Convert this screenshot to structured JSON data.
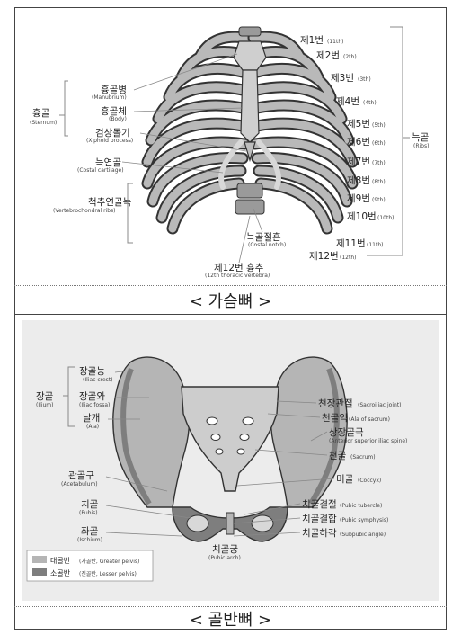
{
  "thorax": {
    "caption": "< 가슴뼈 >",
    "sternum": {
      "ko": "흉골",
      "en": "(Sternum)"
    },
    "manubrium": {
      "ko": "흉골병",
      "en": "(Manubrium)"
    },
    "body": {
      "ko": "흉골체",
      "en": "(Body)"
    },
    "xiphoid": {
      "ko": "검상돌기",
      "en": "(Xiphoid process)"
    },
    "costal_cartilage": {
      "ko": "늑연골",
      "en": "(Costal cartilage)"
    },
    "vertebrochondral": {
      "ko": "척추연골늑",
      "en": "(Vertebrochondral ribs)"
    },
    "costal_notch": {
      "ko": "늑골절흔",
      "en": "(Costal notch)"
    },
    "thoracic_vertebra": {
      "ko": "제12번 흉추",
      "en": "(12th thoracic vertebra)"
    },
    "ribs": {
      "ko": "늑골",
      "en": "(Ribs)"
    },
    "rib_labels": [
      {
        "ko": "제1번",
        "en": "(11th)"
      },
      {
        "ko": "제2번",
        "en": "(2th)"
      },
      {
        "ko": "제3번",
        "en": "(3th)"
      },
      {
        "ko": "제4번",
        "en": "(4th)"
      },
      {
        "ko": "제5번",
        "en": "(5th)"
      },
      {
        "ko": "제6번",
        "en": "(6th)"
      },
      {
        "ko": "제7번",
        "en": "(7th)"
      },
      {
        "ko": "제8번",
        "en": "(8th)"
      },
      {
        "ko": "제9번",
        "en": "(9th)"
      },
      {
        "ko": "제10번",
        "en": "(10th)"
      },
      {
        "ko": "제11번",
        "en": "(11th)"
      },
      {
        "ko": "제12번",
        "en": "(12th)"
      }
    ]
  },
  "pelvis": {
    "caption": "< 골반뼈 >",
    "ilium": {
      "ko": "장골",
      "en": "(Ilium)"
    },
    "iliac_crest": {
      "ko": "장골능",
      "en": "(Iliac crest)"
    },
    "iliac_fossa": {
      "ko": "장골와",
      "en": "(Iliac fossa)"
    },
    "ala": {
      "ko": "날개",
      "en": "(Ala)"
    },
    "acetabulum": {
      "ko": "관골구",
      "en": "(Acetabulum)"
    },
    "pubis": {
      "ko": "치골",
      "en": "(Pubis)"
    },
    "ischium": {
      "ko": "좌골",
      "en": "(Ischium)"
    },
    "pubic_arch": {
      "ko": "치골궁",
      "en": "(Pubic arch)"
    },
    "sacroiliac": {
      "ko": "천장관절",
      "en": "(Sacroiliac joint)"
    },
    "ala_sacrum": {
      "ko": "천골익",
      "en": "(Ala of sacrum)"
    },
    "asis": {
      "ko": "상장골극",
      "en": "(Anterior superior iliac spine)"
    },
    "sacrum": {
      "ko": "천골",
      "en": "(Sacrum)"
    },
    "coccyx": {
      "ko": "미골",
      "en": "(Coccyx)"
    },
    "pubic_tubercle": {
      "ko": "치골결절",
      "en": "(Pubic tubercle)"
    },
    "pubic_symphysis": {
      "ko": "치골결합",
      "en": "(Pubic symphysis)"
    },
    "subpubic_angle": {
      "ko": "치골하각",
      "en": "(Subpubic angle)"
    },
    "legend": [
      {
        "ko": "대골반",
        "en": "(가골반, Greater pelvis)",
        "color": "#b5b5b5"
      },
      {
        "ko": "소골반",
        "en": "(진골반, Lesser pelvis)",
        "color": "#7e7e7e"
      }
    ]
  },
  "colors": {
    "bone_light": "#c4c4c4",
    "bone_mid": "#a9a9a9",
    "bone_dark": "#7e7e7e",
    "outline": "#333333",
    "background_gray": "#ececec"
  }
}
